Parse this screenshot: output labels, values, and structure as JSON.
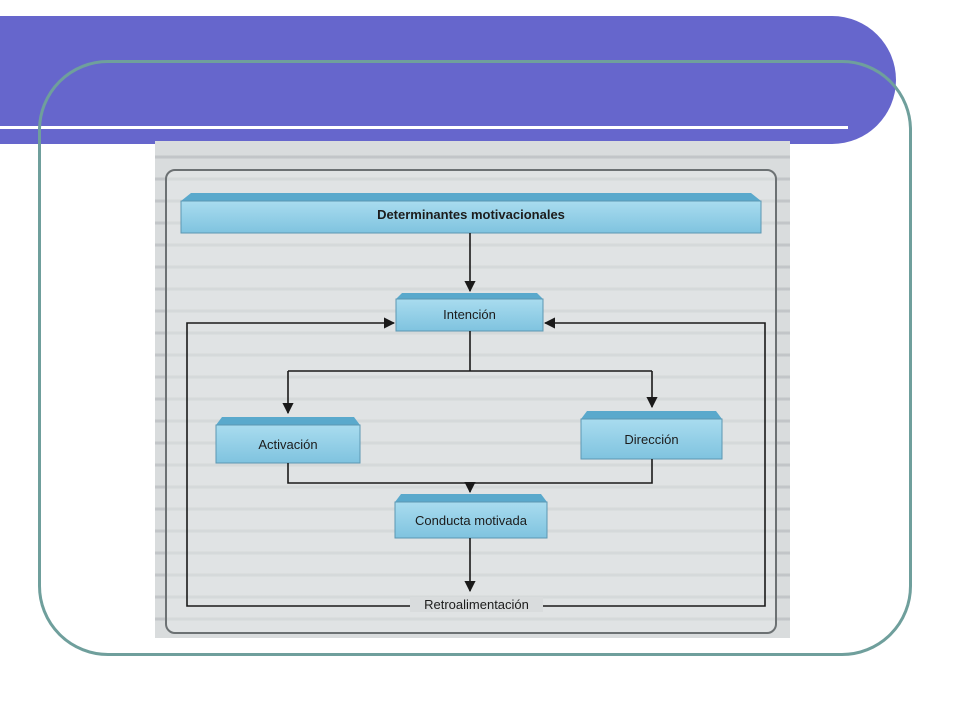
{
  "slide": {
    "accent_color": "#6666cc",
    "frame_color": "#6f9f9c"
  },
  "diagram": {
    "nodes": {
      "determinantes": "Determinantes motivacionales",
      "intencion": "Intención",
      "activacion": "Activación",
      "direccion": "Dirección",
      "conducta": "Conducta motivada"
    },
    "feedback_label": "Retroalimentación",
    "box_color": "#8fcde6"
  }
}
